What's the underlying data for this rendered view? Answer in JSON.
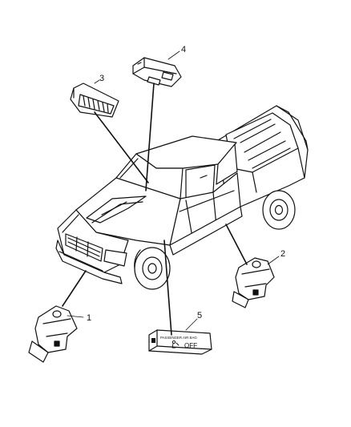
{
  "diagram": {
    "callouts": [
      {
        "id": "1",
        "part": "front-impact-sensor-left"
      },
      {
        "id": "2",
        "part": "front-impact-sensor-right"
      },
      {
        "id": "3",
        "part": "passenger-airbag-module"
      },
      {
        "id": "4",
        "part": "occupant-restraint-controller"
      },
      {
        "id": "5",
        "part": "passenger-airbag-indicator"
      }
    ],
    "switch_label": {
      "line1": "PASSENGER AIR BAG",
      "status": "OFF"
    }
  }
}
